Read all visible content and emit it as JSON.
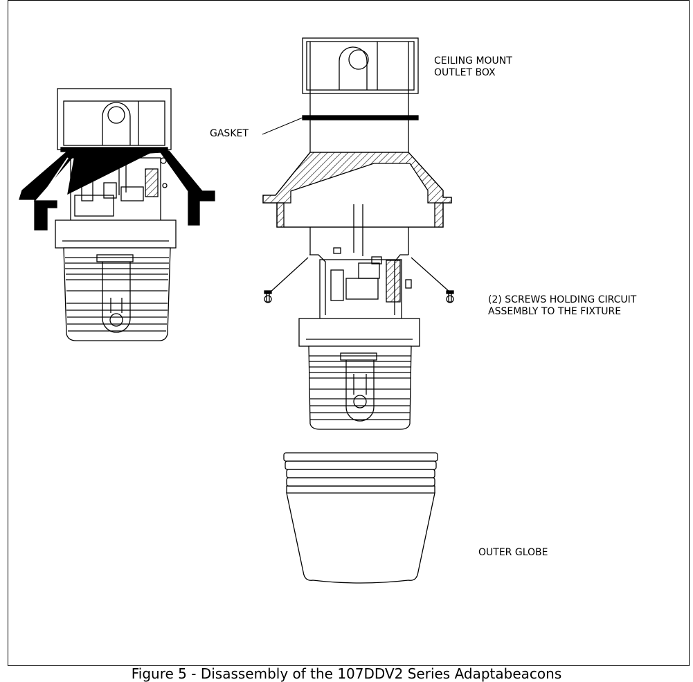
{
  "labels": {
    "ceiling_mount_line1": "CEILING MOUNT",
    "ceiling_mount_line2": "OUTLET BOX",
    "gasket": "GASKET",
    "screws_line1": "(2) SCREWS HOLDING CIRCUIT",
    "screws_line2": "ASSEMBLY TO THE FIXTURE",
    "outer_globe": "OUTER GLOBE"
  },
  "caption": "Figure 5 - Disassembly of the 107DDV2 Series Adaptabeacons"
}
